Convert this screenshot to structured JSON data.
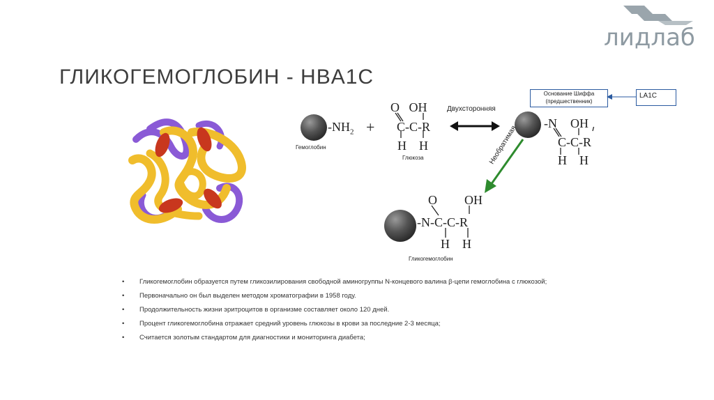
{
  "logo": {
    "text": "лидлаб"
  },
  "title": "ГЛИКОГЕМОГЛОБИН - HBA1C",
  "reaction": {
    "hemoglobin_group": "-NH",
    "hemoglobin_sub": "2",
    "plus": "+",
    "hemoglobin_label": "Гемоглобин",
    "glucose_top": "O   OH",
    "glucose_mid": "C-C-R",
    "glucose_bottom": "H    H",
    "glucose_label": "Глюкоза",
    "reversible_label": "Двухсторонняя",
    "schiff_box": "Основание Шиффа (предшественник)",
    "la1c_box": "LA1C",
    "schiff_n": "-N",
    "schiff_oh": "OH",
    "schiff_mid": "C-C-R",
    "schiff_bottom": "H    H",
    "irreversible_label": "Необратимая",
    "glyco_top_o": "O",
    "glyco_top_oh": "OH",
    "glyco_mid": "-N-C-C-R",
    "glyco_bottom": "H    H",
    "glyco_label": "Гликогемоглобин"
  },
  "bullets": [
    "Гликогемоглобин образуется путем гликозилирования свободной аминогруппы N-концевого валина β-цепи гемоглобина с глюкозой;",
    "Первоначально он был выделен методом хроматографии в 1958 году.",
    "Продолжительность жизни эритроцитов в организме составляет около 120 дней.",
    "Процент гликогемоглобина отражает средний уровень глюкозы в крови за последние 2-3 месяца;",
    "Считается золотым стандартом для диагностики и мониторинга диабета;"
  ],
  "colors": {
    "title": "#3d3d3d",
    "logo": "#8e9aa2",
    "arrow_green": "#2e8b2e",
    "box_border": "#2a5aa0"
  }
}
